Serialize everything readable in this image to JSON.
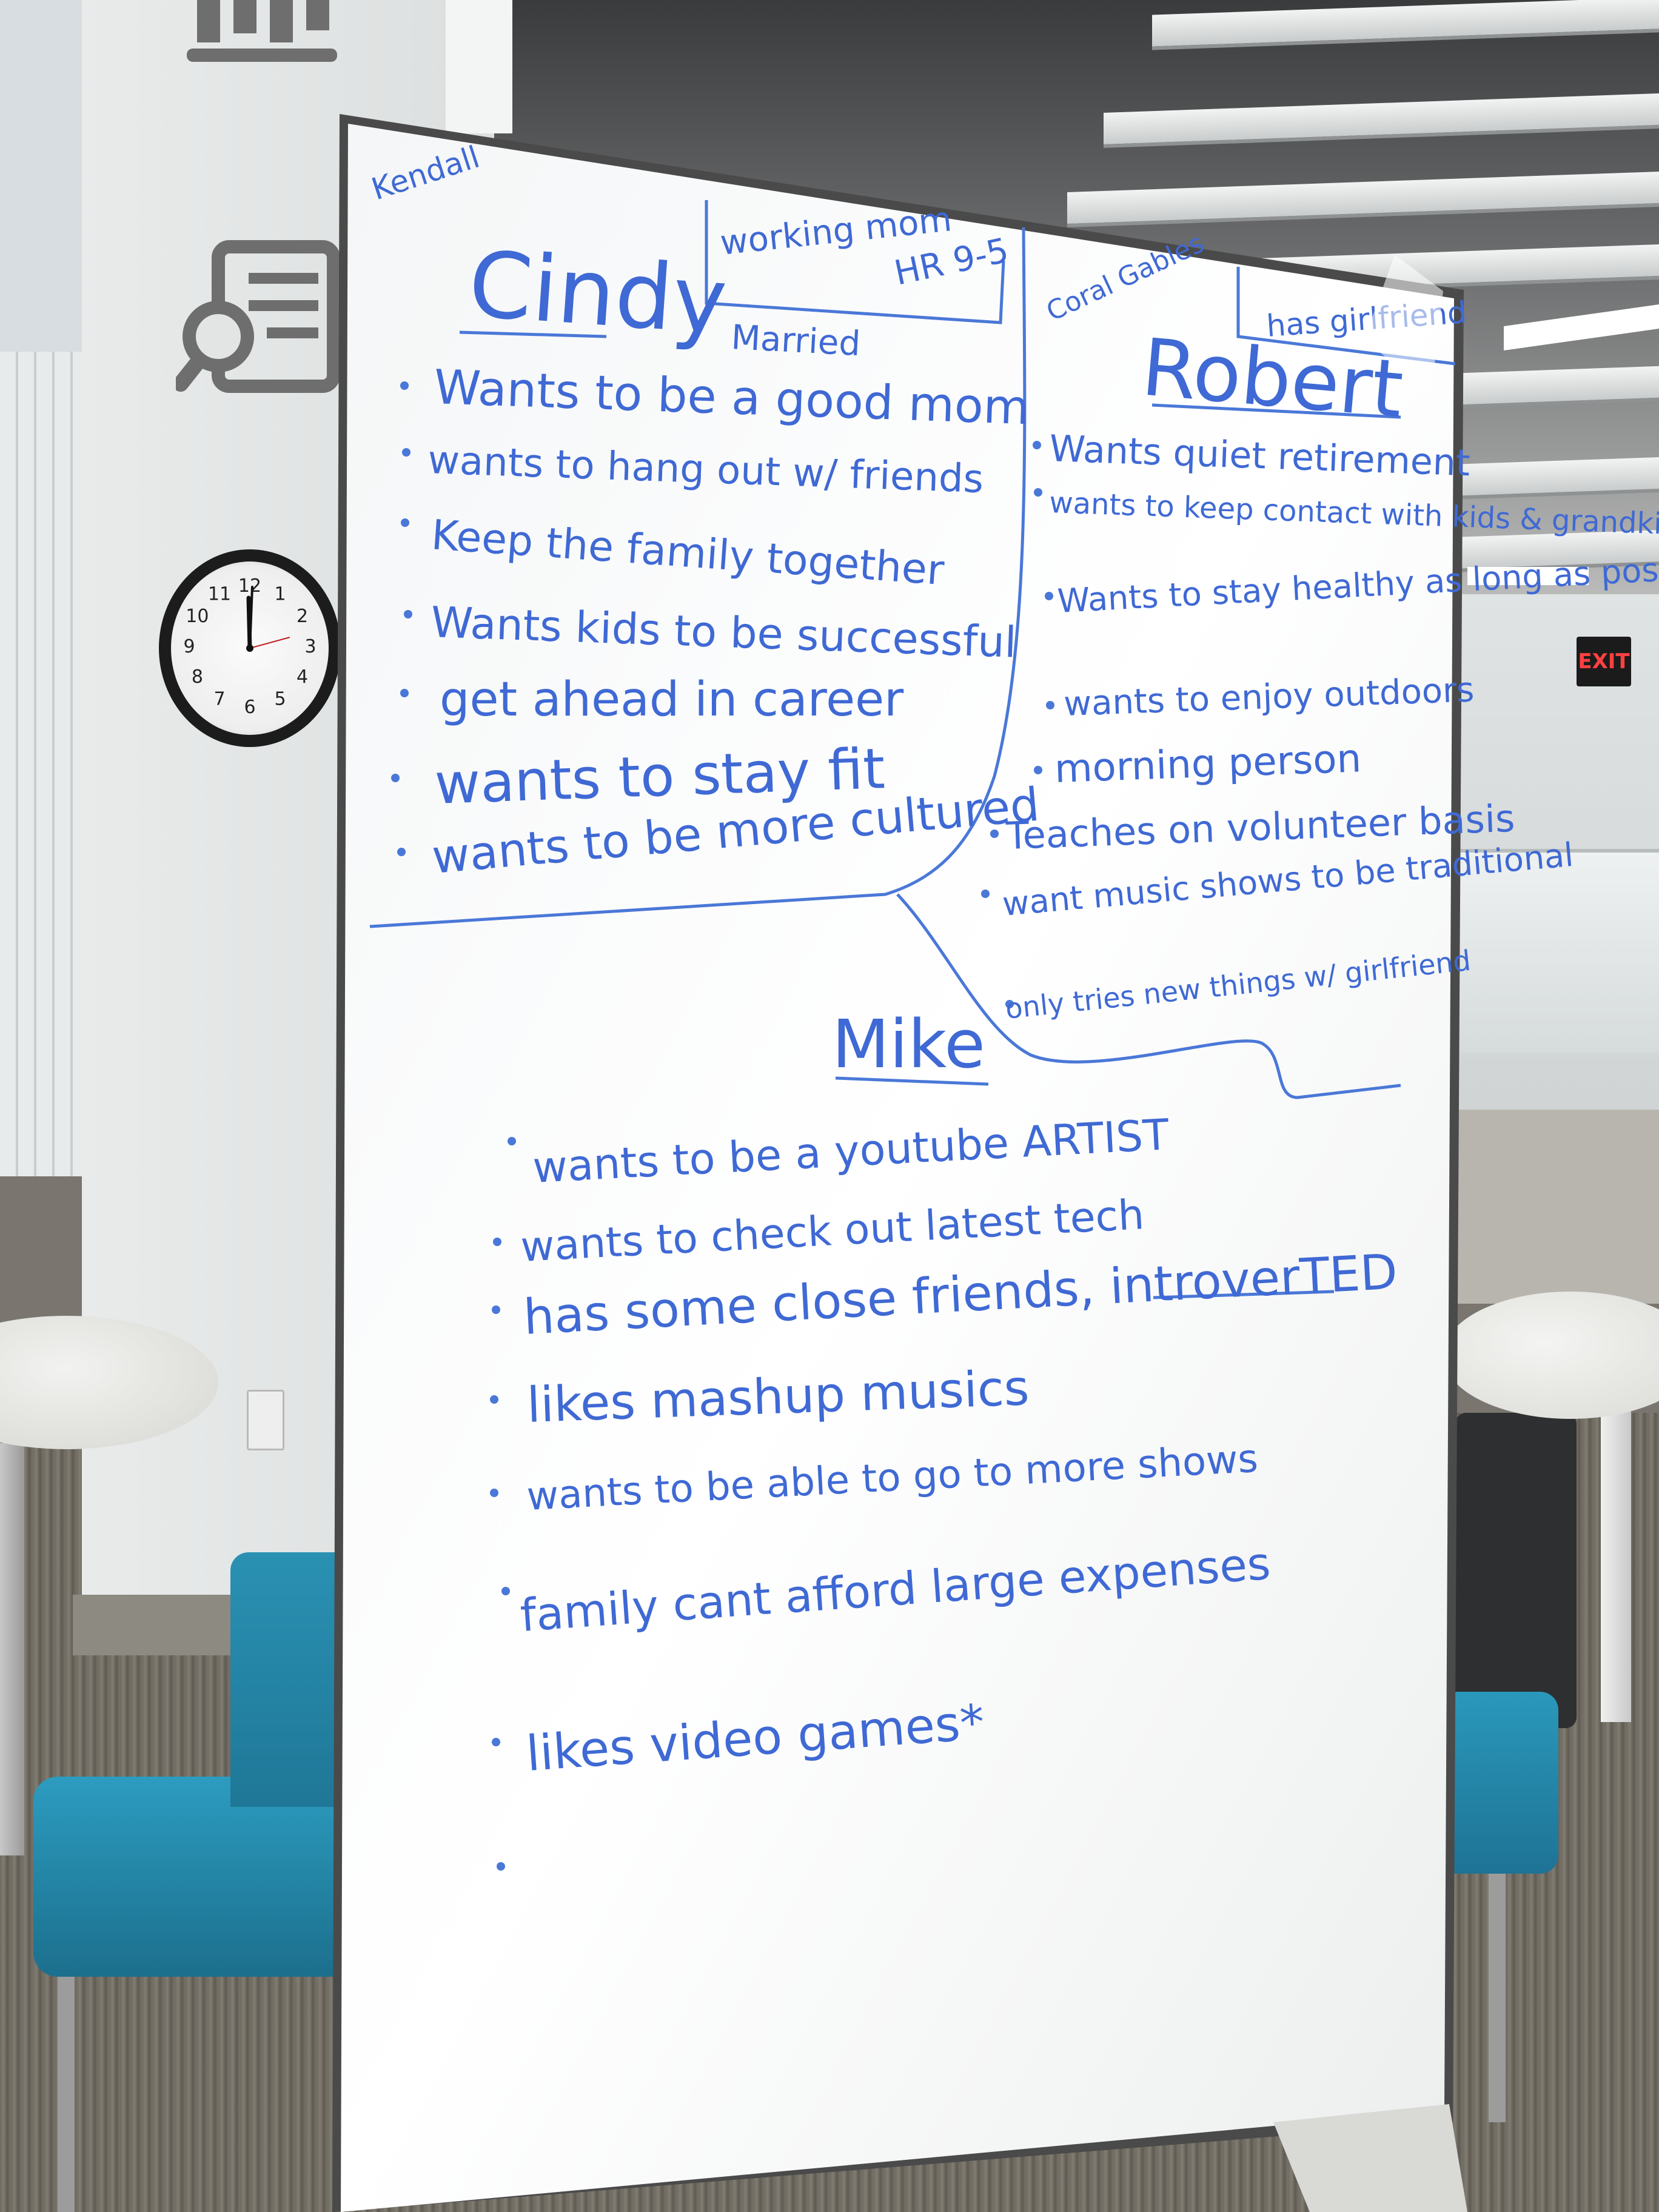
{
  "environment": {
    "exit_sign": "EXIT",
    "clock_numerals": [
      "12",
      "1",
      "2",
      "3",
      "4",
      "5",
      "6",
      "7",
      "8",
      "9",
      "10",
      "11"
    ]
  },
  "whiteboard": {
    "corner_note": "Kendall",
    "personas": [
      {
        "name": "Cindy",
        "tags": [
          "working mom",
          "HR 9-5",
          "Married"
        ],
        "goals": [
          "Wants to be a good mom",
          "wants to hang out w/ friends",
          "Keep the family together",
          "Wants kids to be successful",
          "get ahead in career",
          "wants to stay fit",
          "wants to be more cultured"
        ]
      },
      {
        "name": "Robert",
        "tags": [
          "Coral Gables",
          "has girlfriend"
        ],
        "goals": [
          "Wants quiet retirement",
          "wants to keep contact with kids & grandkids",
          "Wants to stay healthy as long as possible",
          "wants to enjoy outdoors",
          "morning person",
          "Teaches on volunteer basis",
          "want music shows to be traditional",
          "only tries new things w/ girlfriend"
        ]
      },
      {
        "name": "Mike",
        "tags": [],
        "goals": [
          "wants to be a youtube ARTIST",
          "wants to check out latest tech",
          "has some close friends, introverTED",
          "likes mashup musics",
          "wants to be able to go to more shows",
          "family cant afford large expenses",
          "likes video games*"
        ]
      }
    ]
  }
}
